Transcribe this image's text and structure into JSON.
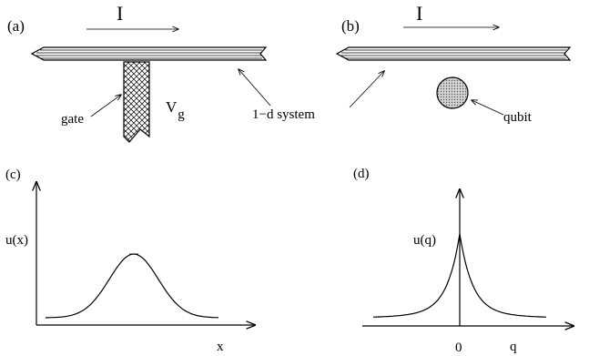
{
  "panels": {
    "a": {
      "label": "(a)",
      "current": "I",
      "gate": "gate",
      "voltage_main": "V",
      "voltage_sub": "g"
    },
    "b": {
      "label": "(b)",
      "current": "I",
      "qubit": "qubit"
    },
    "shared": {
      "system": "1−d system"
    },
    "c": {
      "label": "(c)",
      "ylabel": "u(x)",
      "xlabel": "x"
    },
    "d": {
      "label": "(d)",
      "ylabel": "u(q)",
      "xlabel": "q",
      "origin": "0"
    }
  },
  "colors": {
    "ink": "#000000",
    "fill": "#cccccc"
  }
}
